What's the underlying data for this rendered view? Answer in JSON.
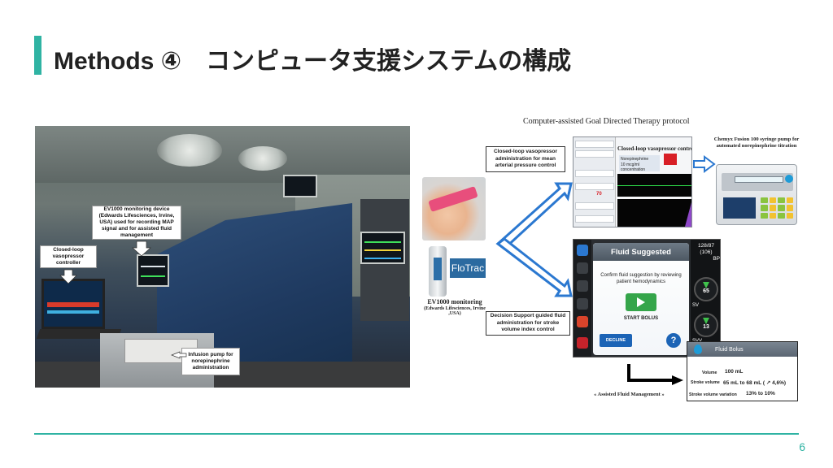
{
  "slide": {
    "title": "Methods ④　コンピュータ支援システムの構成",
    "page_number": "6",
    "accent_color": "#2fb3a3"
  },
  "photo": {
    "callouts": {
      "ev1000": "EV1000 monitoring device (Edwards Lifesciences, Irvine, USA) used for recording MAP signal and for assisted fluid management",
      "closed_loop": "Closed-loop vasopressor controller",
      "infusion": "Infusion pump for norepinephrine administration"
    }
  },
  "diagram": {
    "title": "Computer-assisted  Goal Directed Therapy protocol",
    "ev1000_label_1": "EV1000 monitoring",
    "ev1000_label_2": "(Edwards Lifesciences, Irvine ,USA)",
    "flotrac": "FloTrac",
    "closed_loop_box": "Closed-loop vasopressor administration for  mean arterial pressure control",
    "decision_box": "Decision Support guided fluid administration for stroke volume index control",
    "pump_title": "Chemyx Fusion 100 syringe pump for automated norepinephrine titration",
    "assisted_label": "« Assisted Fluid Management »",
    "closed_loop_screen": {
      "title": "Closed-loop vasopressor controller",
      "drug_1": "Norepinephrine",
      "drug_2": "10 mcg/ml concentration",
      "value": "70"
    },
    "decision_screen": {
      "header": "Fluid Suggested",
      "message": "Confirm fluid suggestion by reviewing patient hemodynamics",
      "start": "START BOLUS",
      "decline": "DECLINE",
      "help": "?",
      "bp_1": "128/87",
      "bp_2": "(106)",
      "bp_label": "BP",
      "sv_value": "65",
      "sv_label": "SV",
      "svv_value": "13",
      "svv_label": "SVV"
    },
    "fluid_bolus": {
      "header": "Fluid Bolus",
      "volume_label": "Volume",
      "volume_value": "100 mL",
      "sv_label": "Stroke volume",
      "sv_value": "65 mL to 68 mL ( ↗ 4,6%)",
      "svv_label": "Stroke volume variation",
      "svv_value": "13% to 10%"
    }
  }
}
